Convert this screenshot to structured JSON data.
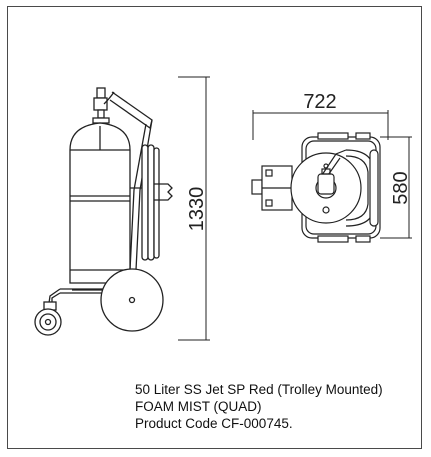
{
  "dimensions": {
    "height_label": "1330",
    "width_label": "722",
    "depth_label": "580"
  },
  "caption": {
    "line1": "50 Liter SS Jet SP Red (Trolley Mounted)",
    "line2": "FOAM MIST (QUAD)",
    "line3": "Product Code  CF-000745."
  },
  "colors": {
    "line": "#222222",
    "frame": "#4a4a4a",
    "fill": "#ffffff"
  }
}
